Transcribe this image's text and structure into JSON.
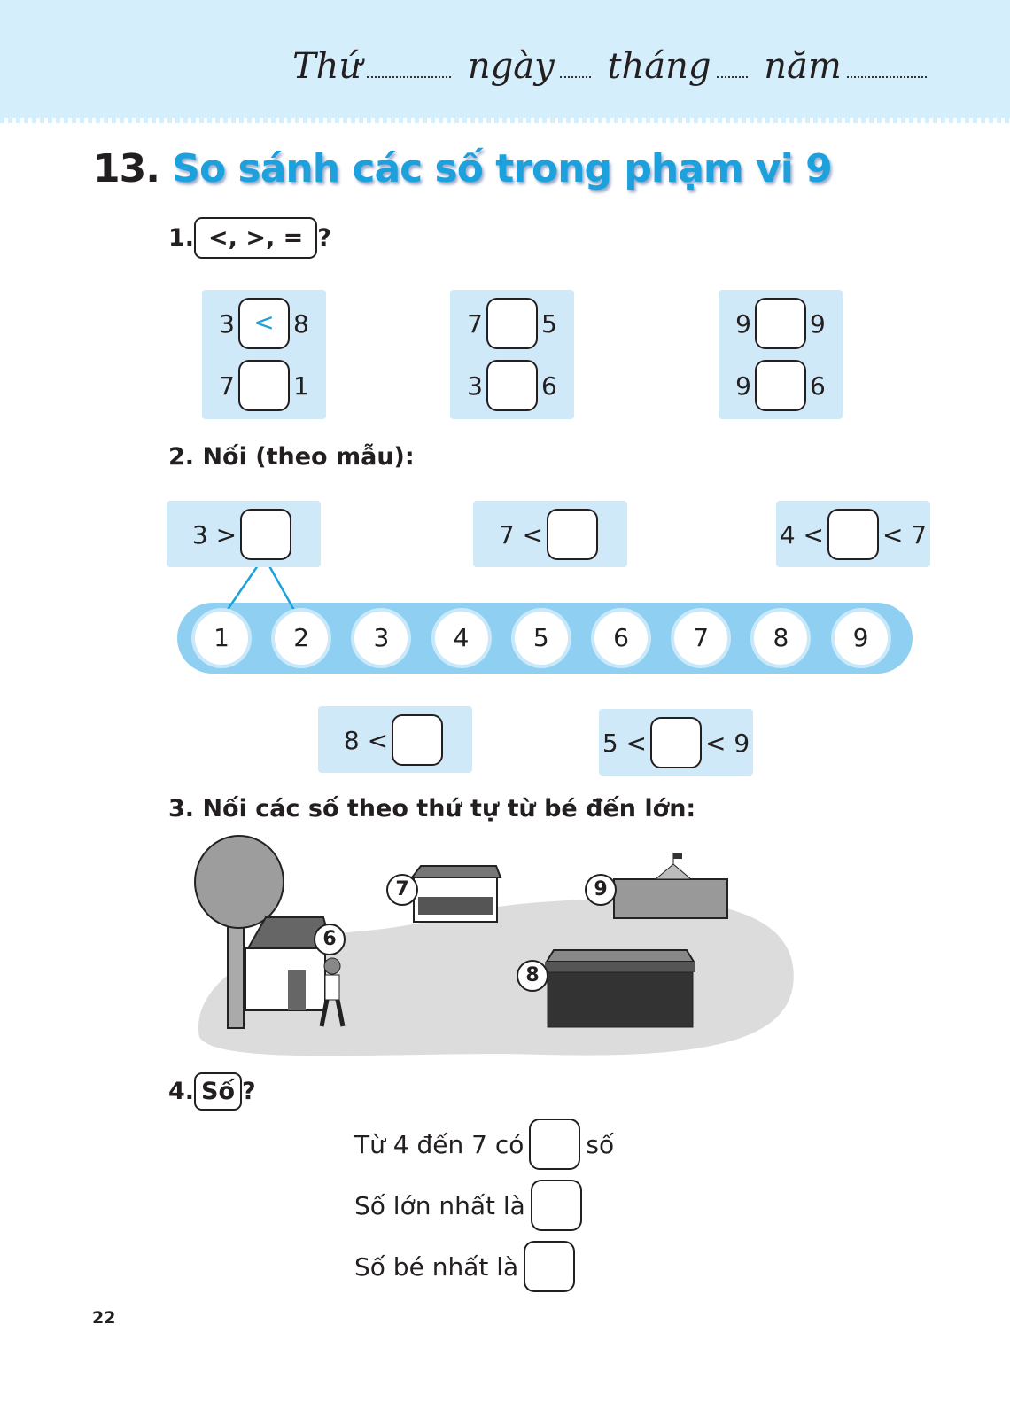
{
  "header": {
    "day_label": "Thứ",
    "date_label": "ngày",
    "month_label": "tháng",
    "year_label": "năm"
  },
  "title": {
    "number": "13.",
    "text": "So sánh các số trong phạm vi 9"
  },
  "ex1": {
    "number": "1.",
    "badge": "<, >, =",
    "suffix": "?",
    "groups": [
      [
        {
          "left": "3",
          "answer": "<",
          "right": "8"
        },
        {
          "left": "7",
          "answer": "",
          "right": "1"
        }
      ],
      [
        {
          "left": "7",
          "answer": "",
          "right": "5"
        },
        {
          "left": "3",
          "answer": "",
          "right": "6"
        }
      ],
      [
        {
          "left": "9",
          "answer": "",
          "right": "9"
        },
        {
          "left": "9",
          "answer": "",
          "right": "6"
        }
      ]
    ]
  },
  "ex2": {
    "number": "2.",
    "label": "Nối (theo mẫu):",
    "top": [
      {
        "pre": "3 >",
        "post": ""
      },
      {
        "pre": "7 <",
        "post": ""
      },
      {
        "pre": "4 <",
        "post": "< 7"
      }
    ],
    "numbers": [
      "1",
      "2",
      "3",
      "4",
      "5",
      "6",
      "7",
      "8",
      "9"
    ],
    "bottom": [
      {
        "pre": "8 <",
        "post": ""
      },
      {
        "pre": "5 <",
        "post": "< 9"
      }
    ]
  },
  "ex3": {
    "number": "3.",
    "label": "Nối các số theo thứ tự từ bé đến lớn:",
    "tags": [
      "6",
      "7",
      "8",
      "9"
    ]
  },
  "ex4": {
    "number": "4.",
    "badge": "Số",
    "suffix": "?",
    "lines": [
      {
        "pre": "Từ 4 đến 7 có",
        "post": "số"
      },
      {
        "pre": "Số lớn nhất là",
        "post": ""
      },
      {
        "pre": "Số bé nhất là",
        "post": ""
      }
    ]
  },
  "page_number": "22"
}
